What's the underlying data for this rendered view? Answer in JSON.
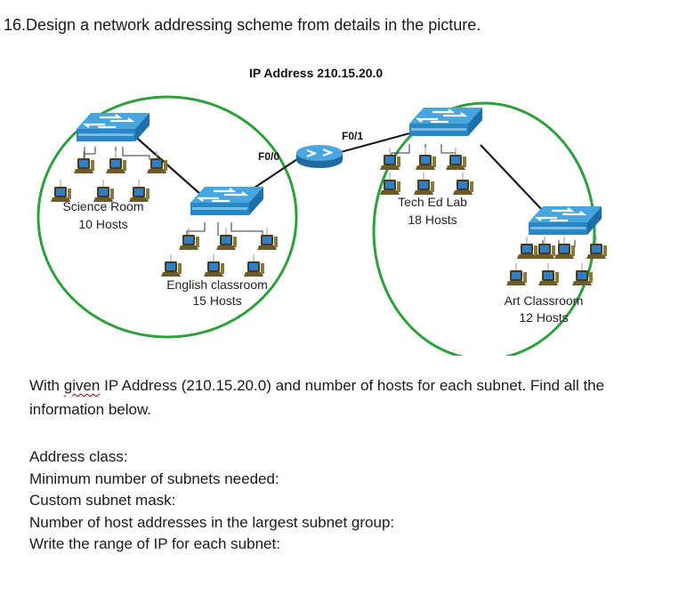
{
  "question": {
    "number": "16.",
    "title": "Design a network addressing scheme from details in the picture."
  },
  "diagram": {
    "ip_label": "IP Address 210.15.20.0",
    "ports": {
      "left": "F0/0",
      "right": "F0/1"
    },
    "groups": [
      {
        "name": "Science Room",
        "hosts": "10 Hosts"
      },
      {
        "name": "English classroom",
        "hosts": "15 Hosts"
      },
      {
        "name": "Tech Ed Lab",
        "hosts": "18 Hosts"
      },
      {
        "name": "Art Classroom",
        "hosts": "12 Hosts"
      }
    ],
    "colors": {
      "ellipse": "#2e9e3e",
      "switch": "#2f8fc9",
      "router": "#3a8ccf",
      "link": "#1a1a1a"
    }
  },
  "description": {
    "part1": "With ",
    "part2": "given",
    "part3": " IP Address (210.15.20.0) and number of hosts for each subnet. Find all the information below."
  },
  "questions": [
    "Address class:",
    "Minimum number of subnets needed:",
    "Custom subnet mask:",
    "Number of host addresses in the largest subnet group:",
    "Write the range of IP for each subnet:"
  ]
}
